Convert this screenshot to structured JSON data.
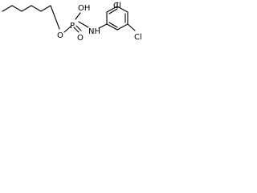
{
  "molecule": {
    "atoms": {
      "hydroxyl": "OH",
      "phosphorus": "P",
      "ester_oxygen": "O",
      "phosphoryl_oxygen": "O",
      "nitrogen_hydrogen": "NH",
      "chlorine_top": "Cl",
      "chlorine_bottom": "Cl"
    }
  }
}
